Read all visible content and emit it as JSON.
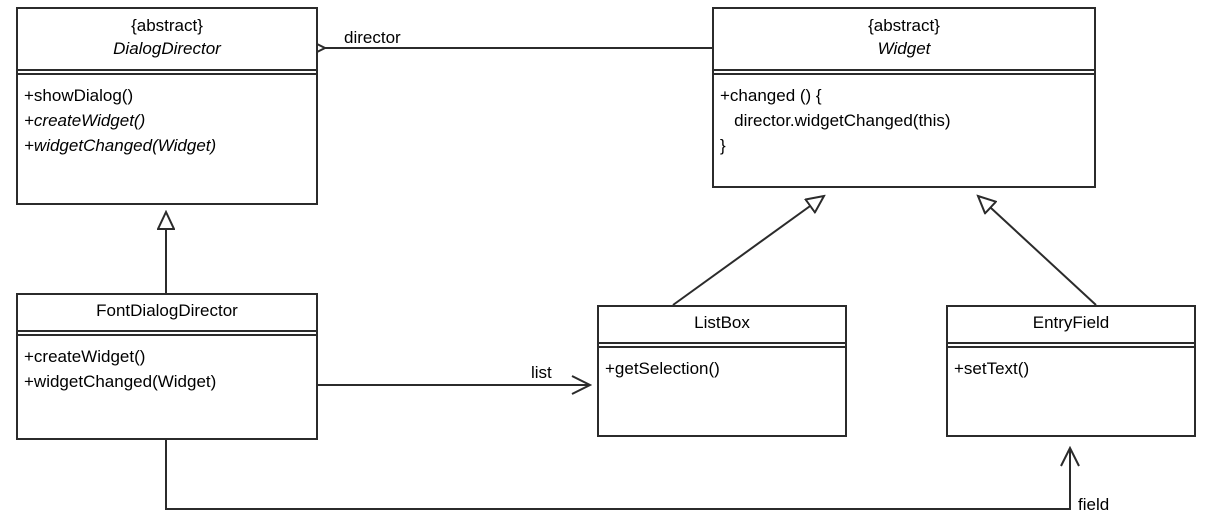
{
  "diagram": {
    "title": "Mediator pattern UML class diagram",
    "type": "uml-class-diagram",
    "stroke_color": "#2b2b2b",
    "background_color": "#ffffff"
  },
  "classes": [
    {
      "id": "dialog-director",
      "stereotype": "{abstract}",
      "name": "DialogDirector",
      "abstract": true,
      "members": [
        {
          "text": "+showDialog()",
          "abstract": false
        },
        {
          "text": "+createWidget()",
          "abstract": true
        },
        {
          "text": "+widgetChanged(Widget)",
          "abstract": true
        }
      ]
    },
    {
      "id": "widget",
      "stereotype": "{abstract}",
      "name": "Widget",
      "abstract": true,
      "members": [
        {
          "text": "+changed () {",
          "abstract": false
        },
        {
          "text": "   director.widgetChanged(this)",
          "abstract": false
        },
        {
          "text": "}",
          "abstract": false
        }
      ]
    },
    {
      "id": "font-dialog-director",
      "stereotype": "",
      "name": "FontDialogDirector",
      "abstract": false,
      "members": [
        {
          "text": "+createWidget()",
          "abstract": false
        },
        {
          "text": "+widgetChanged(Widget)",
          "abstract": false
        }
      ]
    },
    {
      "id": "list-box",
      "stereotype": "",
      "name": "ListBox",
      "abstract": false,
      "members": [
        {
          "text": "+getSelection()",
          "abstract": false
        }
      ]
    },
    {
      "id": "entry-field",
      "stereotype": "",
      "name": "EntryField",
      "abstract": false,
      "members": [
        {
          "text": "+setText()",
          "abstract": false
        }
      ]
    }
  ],
  "relationships": [
    {
      "id": "widget-to-director",
      "kind": "association",
      "from": "widget",
      "to": "dialog-director",
      "label": "director"
    },
    {
      "id": "fontdialogdirector-to-listbox",
      "kind": "association",
      "from": "font-dialog-director",
      "to": "list-box",
      "label": "list"
    },
    {
      "id": "fontdialogdirector-to-entryfield",
      "kind": "association",
      "from": "font-dialog-director",
      "to": "entry-field",
      "label": "field"
    },
    {
      "id": "fontdialogdirector-generalizes-dialogdirector",
      "kind": "generalization",
      "from": "font-dialog-director",
      "to": "dialog-director",
      "label": ""
    },
    {
      "id": "listbox-generalizes-widget",
      "kind": "generalization",
      "from": "list-box",
      "to": "widget",
      "label": ""
    },
    {
      "id": "entryfield-generalizes-widget",
      "kind": "generalization",
      "from": "entry-field",
      "to": "widget",
      "label": ""
    }
  ],
  "edge_labels": {
    "director": "director",
    "list": "list",
    "field": "field"
  }
}
